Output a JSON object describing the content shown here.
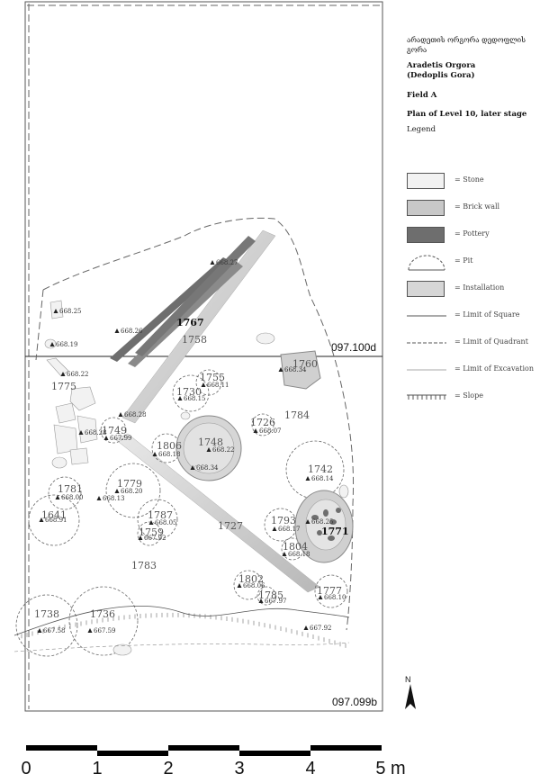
{
  "title_block": {
    "georgian_title": "არადეთის ორგორა დედოფლის გორა",
    "site_name": "Aradetis Orgora",
    "site_alt_name": "(Dedoplis Gora)",
    "field": "Field A",
    "plan_title": "Plan of Level 10, later stage",
    "legend_heading": "Legend"
  },
  "legend": [
    {
      "label": "= Stone",
      "kind": "stone",
      "color": "#f2f2f2"
    },
    {
      "label": "= Brick wall",
      "kind": "brick",
      "color": "#c8c8c8"
    },
    {
      "label": "= Pottery",
      "kind": "pottery",
      "color": "#6e6e6e"
    },
    {
      "label": "= Pit",
      "kind": "pit",
      "color": "#ffffff"
    },
    {
      "label": "= Installation",
      "kind": "installation",
      "color": "#d6d6d6"
    },
    {
      "label": "= Limit of Square",
      "kind": "line-solid",
      "color": "#555555"
    },
    {
      "label": "= Limit of Quadrant",
      "kind": "line-dashed",
      "color": "#555555"
    },
    {
      "label": "= Limit of Excavation",
      "kind": "line-thin",
      "color": "#555555"
    },
    {
      "label": "= Slope",
      "kind": "slope",
      "color": "#555555"
    }
  ],
  "grid_labels": {
    "east_line": "097.100d",
    "south_corner": "097.099b"
  },
  "features": [
    {
      "id": "1767",
      "bold": true
    },
    {
      "id": "1758"
    },
    {
      "id": "1760"
    },
    {
      "id": "1775"
    },
    {
      "id": "1755"
    },
    {
      "id": "1730"
    },
    {
      "id": "1784"
    },
    {
      "id": "1726"
    },
    {
      "id": "1749"
    },
    {
      "id": "1806"
    },
    {
      "id": "1748"
    },
    {
      "id": "1742"
    },
    {
      "id": "1779"
    },
    {
      "id": "1781"
    },
    {
      "id": "1641"
    },
    {
      "id": "1787"
    },
    {
      "id": "1759"
    },
    {
      "id": "1727"
    },
    {
      "id": "1793"
    },
    {
      "id": "1771",
      "bold": true
    },
    {
      "id": "1804"
    },
    {
      "id": "1783"
    },
    {
      "id": "1802"
    },
    {
      "id": "1785"
    },
    {
      "id": "1777"
    },
    {
      "id": "1738"
    },
    {
      "id": "1736"
    }
  ],
  "elevations": [
    "668.25",
    "668.27",
    "668.26",
    "668.19",
    "668.22",
    "668.28",
    "668.28",
    "667.99",
    "668.11",
    "668.15",
    "668.34",
    "668.07",
    "668.18",
    "668.22",
    "668.34",
    "668.14",
    "668.20",
    "668.00",
    "668.13",
    "668.91",
    "668.05",
    "667.92",
    "668.25",
    "668.17",
    "668.18",
    "668.06",
    "667.97",
    "668.10",
    "667.92",
    "667.58",
    "667.59"
  ],
  "scale": {
    "labels": [
      "0",
      "1",
      "2",
      "3",
      "4",
      "5 m"
    ]
  },
  "north_label": "N"
}
